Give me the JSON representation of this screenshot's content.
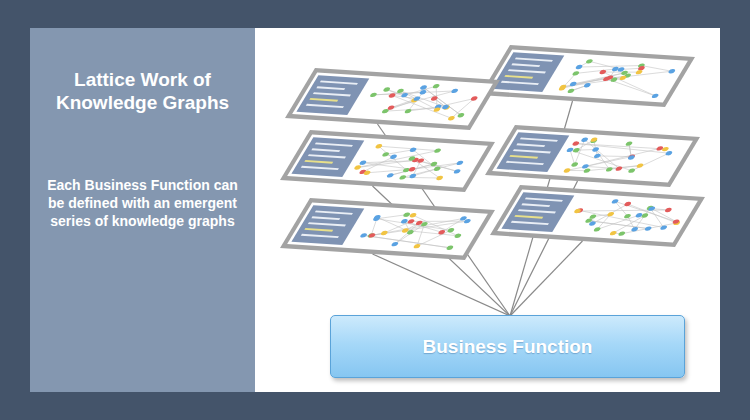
{
  "diagram": {
    "title": "Lattice Work of Knowledge Graphs",
    "nodes": [
      {
        "text": [
          "Business Function"
        ]
      }
    ],
    "labels": [
      "Each Business Function can be defined with an emergent series of knowledge graphs"
    ]
  }
}
